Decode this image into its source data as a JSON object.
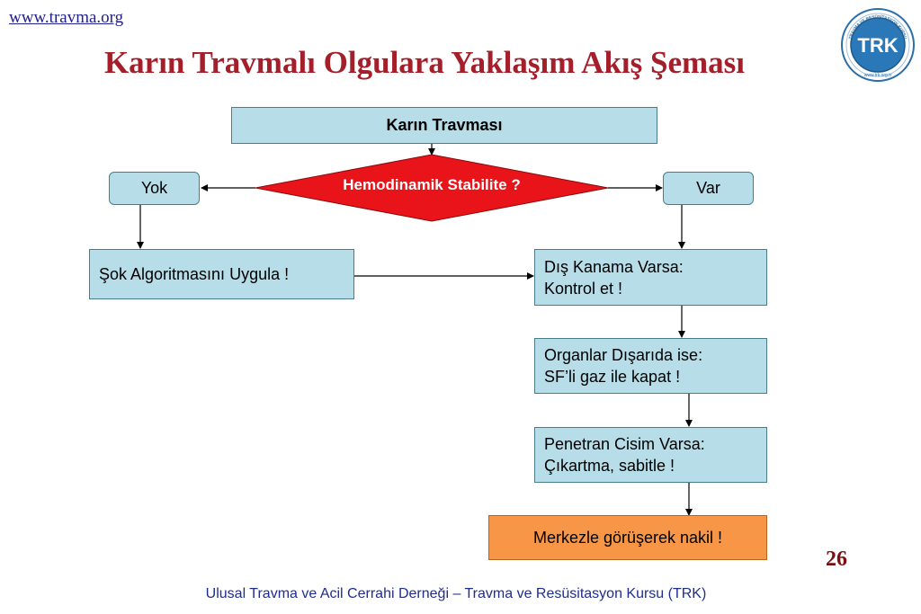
{
  "header": {
    "url": "www.travma.org",
    "title": "Karın Travmalı Olgulara Yaklaşım Akış Şeması"
  },
  "logo": {
    "text": "TRK",
    "ring_text": "TRAVMA VE RESÜSİTASYON KURSU",
    "site": "www.trk.org.tr"
  },
  "flow": {
    "start": "Karın Travması",
    "decision": "Hemodinamik Stabilite ?",
    "no": "Yok",
    "yes": "Var",
    "shock": "Şok Algoritmasını Uygula !",
    "bleeding": [
      "Dış Kanama Varsa:",
      "Kontrol et !"
    ],
    "organs": [
      "Organlar Dışarıda ise:",
      "SF’li gaz ile kapat !"
    ],
    "penetrating": [
      "Penetran Cisim Varsa:",
      "Çıkartma, sabitle !"
    ],
    "transfer": "Merkezle görüşerek nakil !"
  },
  "page_number": "26",
  "footer": "Ulusal Travma ve Acil Cerrahi Derneği – Travma ve Resüsitasyon Kursu (TRK)",
  "colors": {
    "title": "#a41f2a",
    "box_fill": "#b7dde8",
    "decision_fill": "#e8141a",
    "final_fill": "#f79646",
    "footer": "#1f2d8f"
  }
}
